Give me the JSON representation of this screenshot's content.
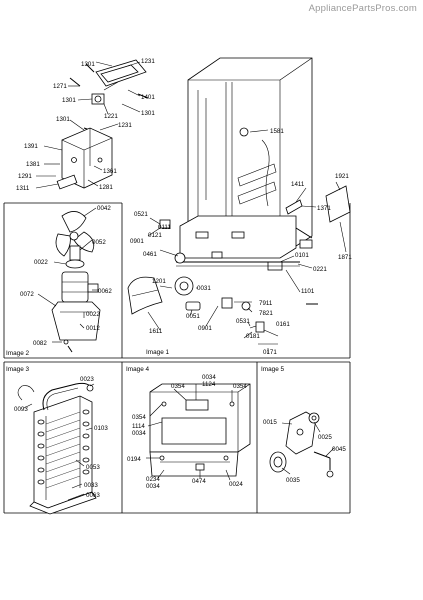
{
  "watermark": "AppliancePartsPros.com",
  "panels": {
    "image1": "Image 1",
    "image2": "Image 2",
    "image3": "Image 3",
    "image4": "Image 4",
    "image5": "Image 5"
  },
  "callouts": {
    "p1301a": "1301",
    "p1231a": "1231",
    "p1271": "1271",
    "p1301b": "1301",
    "p1401": "1401",
    "p1221": "1221",
    "p1301c": "1301",
    "p1231b": "1231",
    "p1301d": "1301",
    "p1391": "1391",
    "p1381": "1381",
    "p1361": "1361",
    "p1291": "1291",
    "p1281": "1281",
    "p1311": "1311",
    "p1581": "1581",
    "p1921": "1921",
    "p1411": "1411",
    "p1371": "1371",
    "p1871": "1871",
    "p0521": "0521",
    "p0111": "0111",
    "p0121": "0121",
    "p0901a": "0901",
    "p0461": "0461",
    "p1201": "1201",
    "p0031": "0031",
    "p0101": "0101",
    "p0221": "0221",
    "p1101": "1101",
    "p7911": "7911",
    "p7821": "7821",
    "p0051": "0051",
    "p0901b": "0901",
    "p0531": "0531",
    "p0161": "0161",
    "p1611": "1611",
    "p0181": "0181",
    "p0171": "0171",
    "p0042": "0042",
    "p0052": "0052",
    "p0022a": "0022",
    "p0072": "0072",
    "p0062": "0062",
    "p0022b": "0022",
    "p0012": "0012",
    "p0082": "0082",
    "p0023": "0023",
    "p0093": "0093",
    "p0103": "0103",
    "p0053": "0053",
    "p0033": "0033",
    "p0063": "0063",
    "p0034a": "0034",
    "p1124": "1124",
    "p0354a": "0354",
    "p0354b": "0354",
    "p0354c": "0354",
    "p1114": "1114",
    "p0034b": "0034",
    "p0194": "0194",
    "p0234": "0234",
    "p0034c": "0034",
    "p0474": "0474",
    "p0024": "0024",
    "p0015": "0015",
    "p0025": "0025",
    "p0045": "0045",
    "p0035": "0035"
  }
}
